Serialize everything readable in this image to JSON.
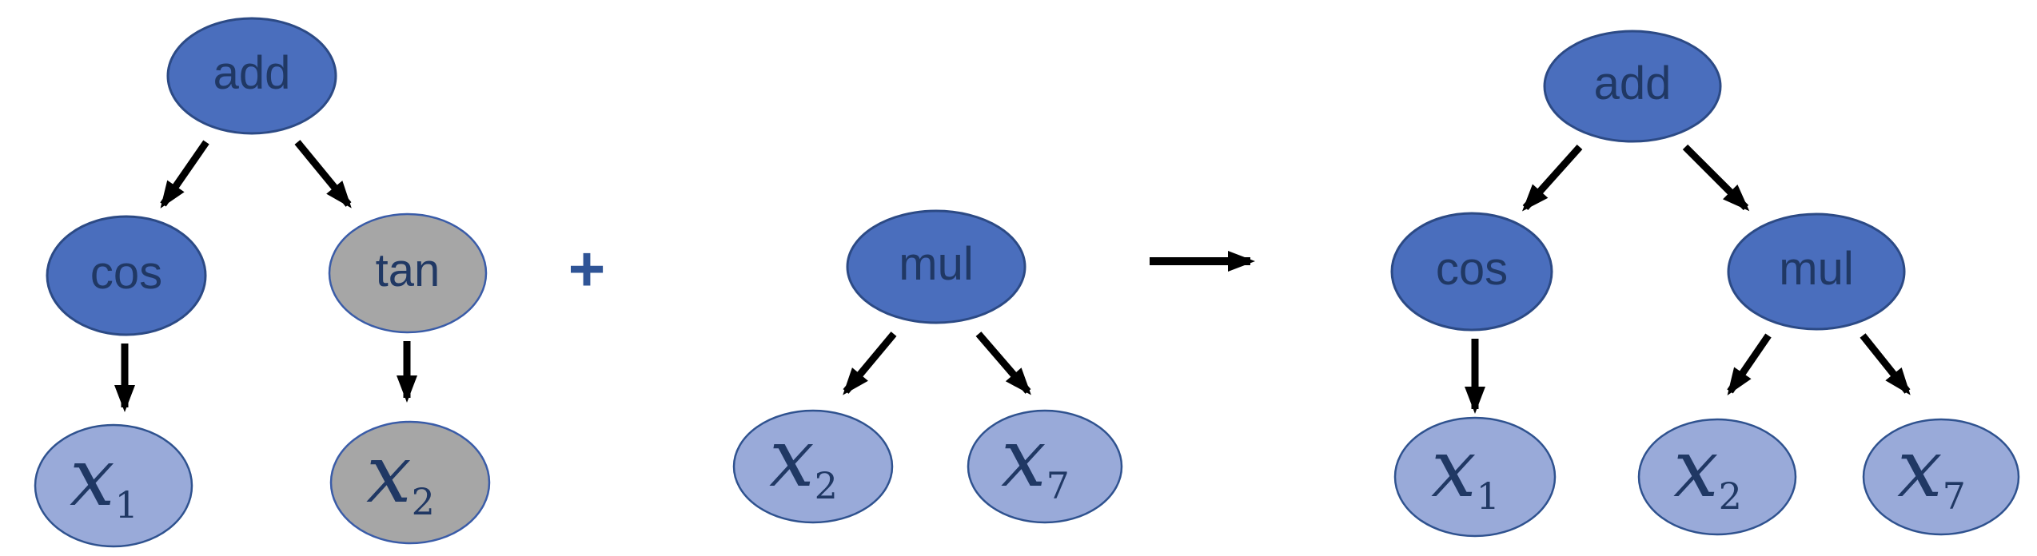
{
  "colors": {
    "operator_fill": "#4a6ebd",
    "operator_stroke": "#2c4a85",
    "leaf_fill": "#99aad9",
    "leaf_stroke": "#2f528f",
    "disabled_fill": "#a6a6a6",
    "disabled_stroke": "#3a5ca8",
    "label_color": "#203864",
    "plus_color": "#2f5496",
    "arrow_color": "#000000"
  },
  "operators": {
    "plus": "+"
  },
  "left_tree": {
    "root": {
      "label": "add"
    },
    "left": {
      "label": "cos"
    },
    "right": {
      "label": "tan"
    },
    "left_leaf": {
      "label": "x",
      "sub": "1"
    },
    "right_leaf": {
      "label": "x",
      "sub": "2"
    }
  },
  "middle_tree": {
    "root": {
      "label": "mul"
    },
    "left_leaf": {
      "label": "x",
      "sub": "2"
    },
    "right_leaf": {
      "label": "x",
      "sub": "7"
    }
  },
  "right_tree": {
    "root": {
      "label": "add"
    },
    "left": {
      "label": "cos"
    },
    "right": {
      "label": "mul"
    },
    "left_leaf": {
      "label": "x",
      "sub": "1"
    },
    "middle_leaf": {
      "label": "x",
      "sub": "2"
    },
    "right_leaf": {
      "label": "x",
      "sub": "7"
    }
  }
}
